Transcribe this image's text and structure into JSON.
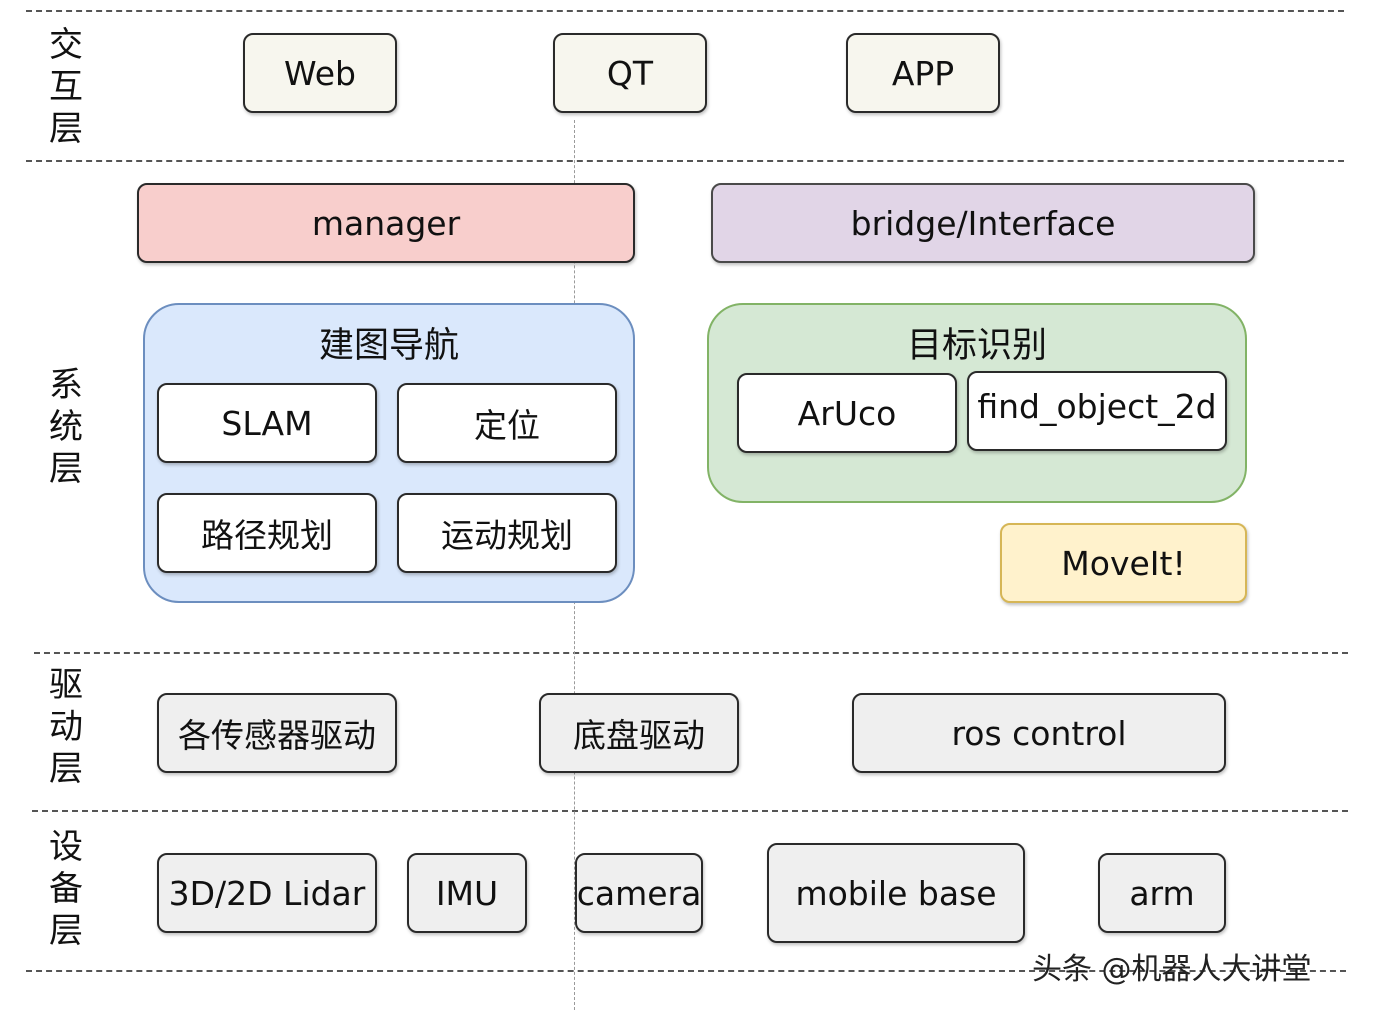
{
  "layers": {
    "interaction": "交互层",
    "system": "系统层",
    "driver": "驱动层",
    "device": "设备层"
  },
  "interaction": {
    "web": "Web",
    "qt": "QT",
    "app": "APP"
  },
  "system": {
    "manager": "manager",
    "bridge": "bridge/Interface",
    "mapping_nav": {
      "title": "建图导航",
      "items": [
        "SLAM",
        "定位",
        "路径规划",
        "运动规划"
      ]
    },
    "recognition": {
      "title": "目标识别",
      "items": [
        "ArUco",
        "find_object_2d"
      ]
    },
    "moveit": "MoveIt!"
  },
  "driver": {
    "sensor": "各传感器驱动",
    "chassis": "底盘驱动",
    "ros_control": "ros control"
  },
  "device": {
    "lidar": "3D/2D Lidar",
    "imu": "IMU",
    "camera": "camera",
    "mobile_base": "mobile base",
    "arm": "arm"
  },
  "watermark": "头条 @机器人大讲堂",
  "colors": {
    "manager_fill": "#f8cecc",
    "bridge_fill": "#e1d5e7",
    "nav_group_fill": "#dae8fc",
    "nav_group_border": "#6c8ebf",
    "recog_group_fill": "#d5e8d4",
    "recog_group_border": "#82b366",
    "moveit_fill": "#fff2cc",
    "moveit_border": "#d6b656"
  }
}
